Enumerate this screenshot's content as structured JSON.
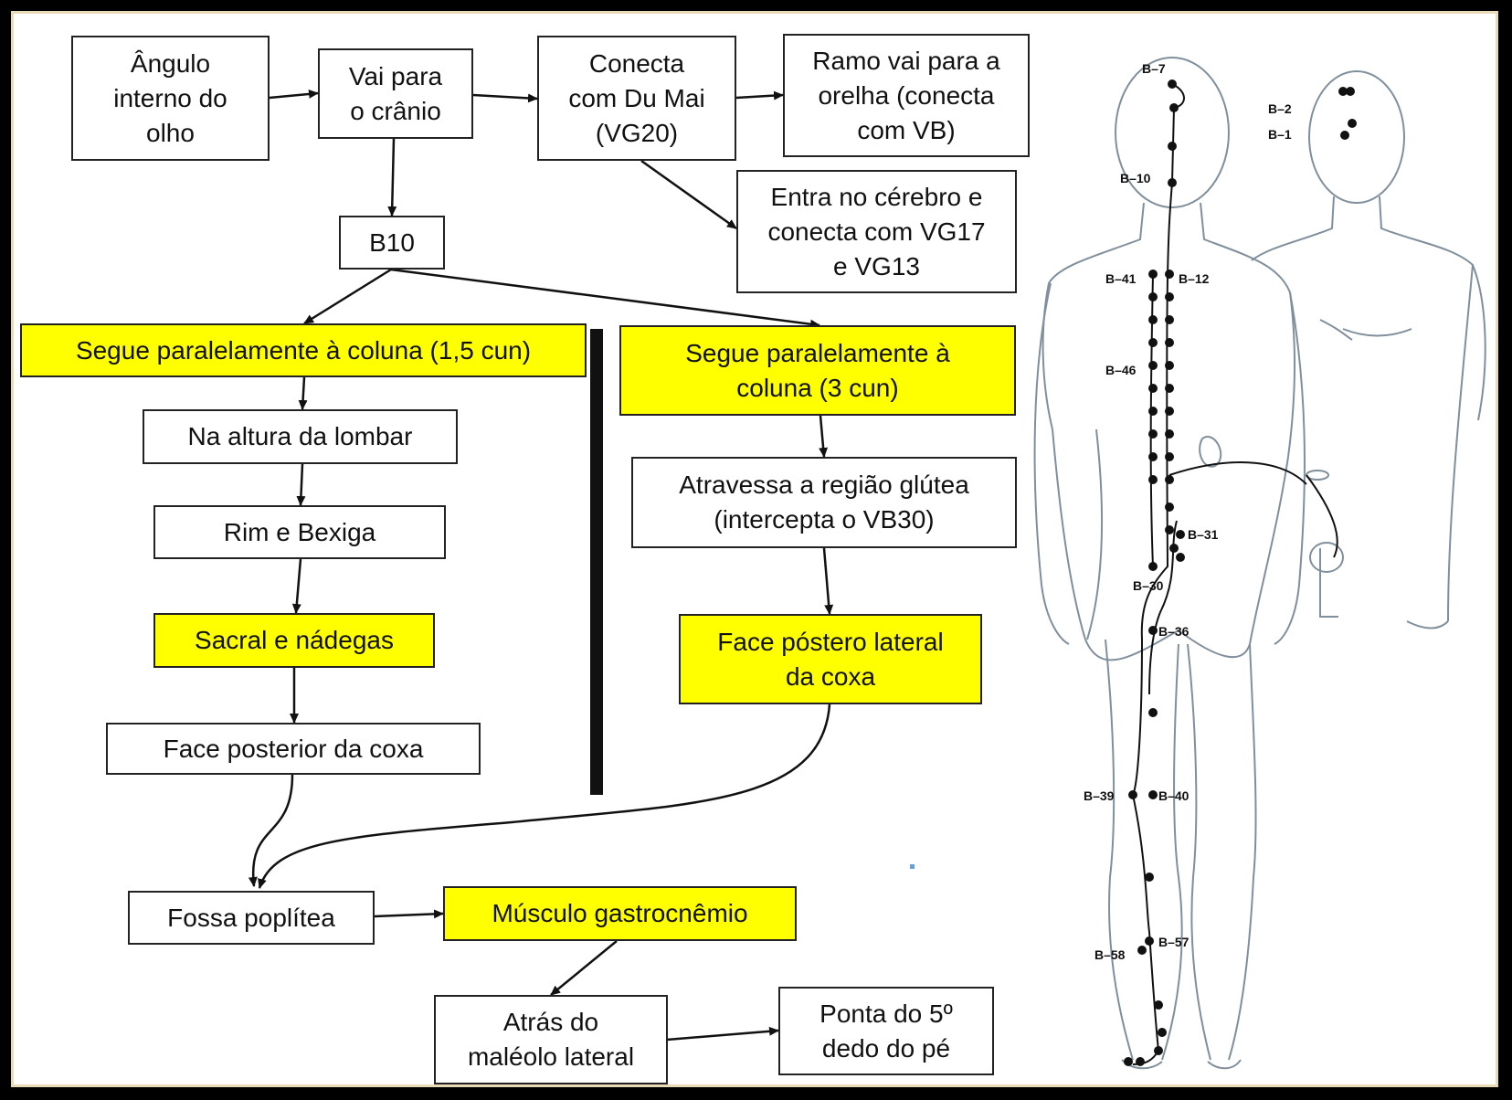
{
  "flowchart": {
    "nodes": {
      "angulo": "Ângulo\ninterno do\nolho",
      "vai_cranio": "Vai para\no crânio",
      "conecta_du_mai": "Conecta\ncom Du Mai\n(VG20)",
      "ramo_orelha": "Ramo vai para a\norelha (conecta\ncom VB)",
      "entra_cerebro": "Entra no cérebro e\nconecta com VG17\ne VG13",
      "b10": "B10",
      "segue_15": "Segue paralelamente à coluna (1,5 cun)",
      "segue_3": "Segue paralelamente à\ncoluna (3 cun)",
      "lombar": "Na altura da lombar",
      "rim_bexiga": "Rim e Bexiga",
      "sacral": "Sacral e nádegas",
      "face_posterior": "Face posterior da coxa",
      "glutea": "Atravessa a região glútea\n(intercepta o VB30)",
      "face_postero": "Face póstero lateral\nda coxa",
      "fossa": "Fossa poplítea",
      "gastro": "Músculo gastrocnêmio",
      "maleolo": "Atrás do\nmaléolo lateral",
      "ponta": "Ponta do 5º\ndedo do pé"
    },
    "highlight_color": "#ffff00"
  },
  "figure": {
    "point_labels": {
      "b7": "B–7",
      "b2": "B–2",
      "b1": "B–1",
      "b10": "B–10",
      "b41": "B–41",
      "b12": "B–12",
      "b46": "B–46",
      "b31": "B–31",
      "b30": "B–30",
      "b36": "B–36",
      "b39": "B–39",
      "b40": "B–40",
      "b57": "B–57",
      "b58": "B–58"
    }
  }
}
